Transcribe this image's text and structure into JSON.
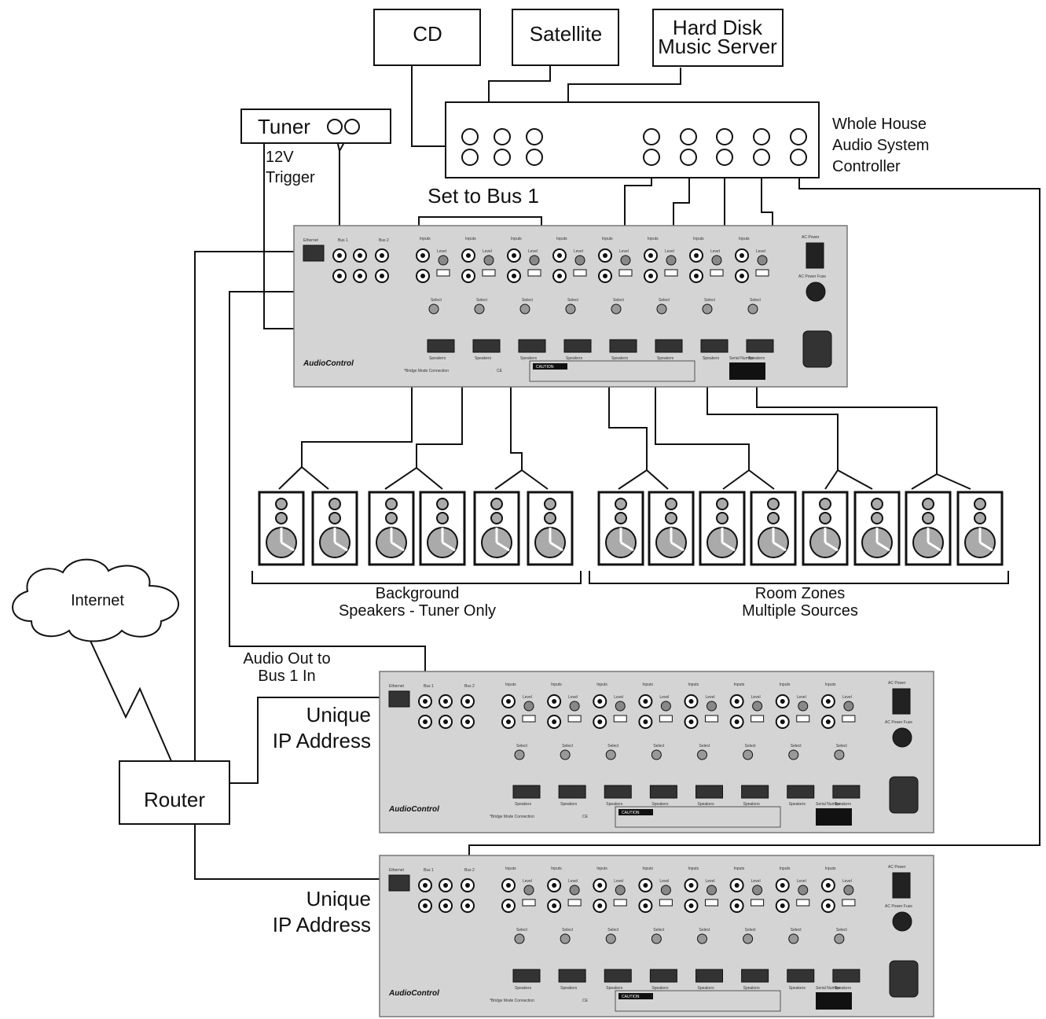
{
  "sources": {
    "cd": "CD",
    "satellite": "Satellite",
    "hard_disk_line1": "Hard Disk",
    "hard_disk_line2": "Music Server"
  },
  "tuner": {
    "label": "Tuner",
    "trigger_line1": "12V",
    "trigger_line2": "Trigger"
  },
  "controller": {
    "line1": "Whole House",
    "line2": "Audio System",
    "line3": "Controller"
  },
  "set_to_bus": "Set to Bus 1",
  "background_group": {
    "line1": "Background",
    "line2": "Speakers - Tuner Only"
  },
  "room_group": {
    "line1": "Room Zones",
    "line2": "Multiple Sources"
  },
  "internet": "Internet",
  "router": "Router",
  "audio_out": {
    "line1": "Audio Out to",
    "line2": "Bus 1 In"
  },
  "unique_ip": {
    "line1": "Unique",
    "line2": "IP Address"
  },
  "amp_panel": {
    "brand": "AudioControl",
    "ethernet": "Ethernet",
    "bus1": "Bus 1",
    "bus2": "Bus 2",
    "inputs": "Inputs",
    "level": "Level",
    "select": "Select",
    "speakers": "Speakers",
    "ac_power": "AC Power",
    "ac_power_fuse": "AC Power Fuse",
    "caution": "CAUTION",
    "bridge_note": "*Bridge Mode Connection",
    "serial_number": "Serial Number",
    "ce_mark": "CE"
  }
}
